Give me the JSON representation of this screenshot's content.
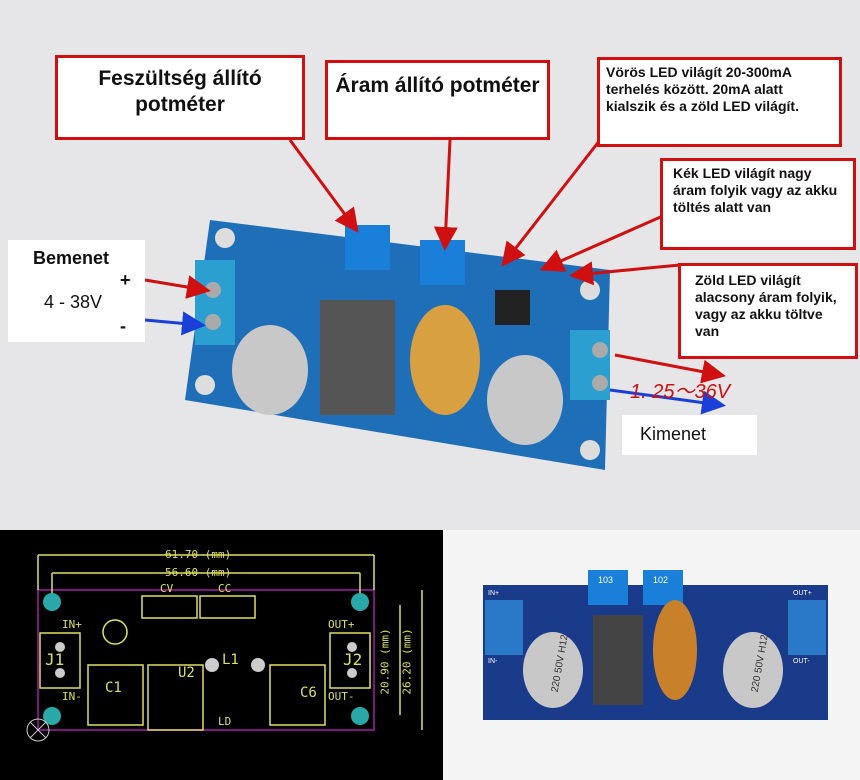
{
  "callouts": {
    "voltage_pot": "Feszültség állító potméter",
    "current_pot": "Áram állító potméter",
    "red_led": "Vörös LED világít 20-300mA terhelés között. 20mA alatt kialszik és a zöld LED világít.",
    "blue_led": "Kék LED világít nagy áram folyik vagy az akku töltés alatt van",
    "green_led": "Zöld LED világít alacsony áram folyik, vagy az akku töltve van"
  },
  "input": {
    "title": "Bemenet",
    "plus": "+",
    "minus": "-",
    "range": "4 - 38V"
  },
  "output": {
    "range": "1. 25～36V",
    "title": "Kimenet"
  },
  "board_photo": {
    "cap1": "220 50V H12",
    "cap2": "220 50V H12",
    "pot1": "103",
    "pot2": "102",
    "in_plus": "IN+",
    "in_minus": "IN-",
    "out_plus": "OUT+",
    "out_minus": "OUT-"
  },
  "layout_drawing": {
    "dim_outer_w": "61.70 (mm)",
    "dim_inner_w": "56.60 (mm)",
    "dim_inner_h": "20.90 (mm)",
    "dim_outer_h": "26.20 (mm)",
    "refs": {
      "j1": "J1",
      "j2": "J2",
      "c1": "C1",
      "c6": "C6",
      "u2": "U2",
      "l1": "L1",
      "cv": "CV",
      "cc": "CC",
      "in_plus": "IN+",
      "in_minus": "IN-",
      "out_plus": "OUT+",
      "out_minus": "OUT-",
      "ld": "LD"
    }
  },
  "colors": {
    "accent_red": "#d01010",
    "arrow_blue": "#1a3fd8",
    "pcb_blue": "#1f6fb8",
    "silk_yellow": "#e0e060"
  }
}
